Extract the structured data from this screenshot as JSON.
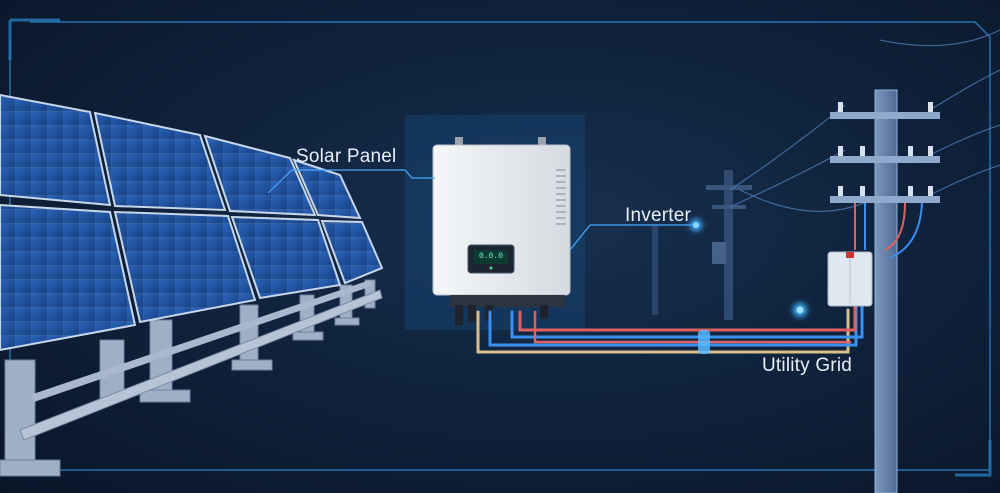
{
  "labels": {
    "solar_panel": "Solar Panel",
    "inverter": "Inverter",
    "utility_grid": "Utility Grid"
  },
  "inverter_display": {
    "reading": "0.0.0"
  },
  "icons": [
    "solar-panel-array",
    "inverter-unit",
    "utility-pole",
    "junction-box"
  ],
  "colors": {
    "background": "#0f2138",
    "frame_accent": "#2a8fd8",
    "callout_line": "#4aa8ff",
    "panel_cell": "#1d4f9a",
    "inverter_body": "#eef1f4",
    "cable_red": "#e06060",
    "cable_blue": "#3a8ff0",
    "cable_tan": "#d8c08a",
    "glow": "#3fb4ff"
  }
}
